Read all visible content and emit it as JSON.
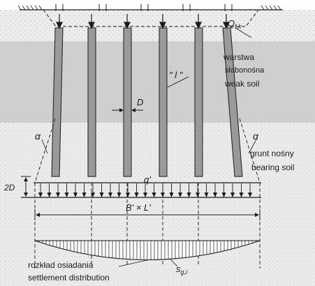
{
  "labels": {
    "load": "Q",
    "load_sub": "f,k",
    "weak_pl": "warstwa",
    "weak_pl2": "słabonośna",
    "weak_en": "weak soil",
    "pile_label": "\" l \"",
    "diameter": "D",
    "angle_left": "α",
    "angle_right": "α",
    "bearing_pl": "grunt nośny",
    "bearing_en": "bearing soil",
    "depth": "2D",
    "pressure": "q'",
    "width": "B' × L'",
    "settle_pl": "rozkład osiadania",
    "settle_en": "settlement distribution",
    "settle_sym": "s",
    "settle_sub": "g,i"
  },
  "colors": {
    "soil_top": "#ececec",
    "weak_layer": "#cfcfcf",
    "bearing_soil": "#ebebeb",
    "pile_fill": "#9a9a9a",
    "line": "#1a1a1a"
  }
}
